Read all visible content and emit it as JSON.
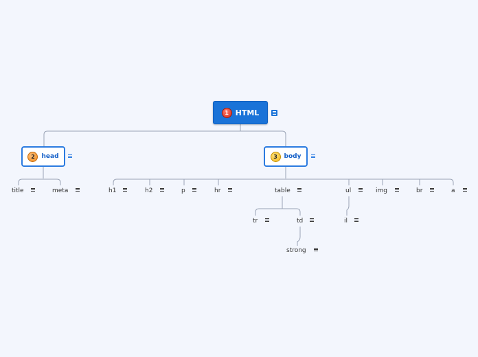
{
  "root": {
    "number": "1",
    "label": "HTML"
  },
  "branches": [
    {
      "number": "2",
      "label": "head",
      "children": [
        "title",
        "meta"
      ]
    },
    {
      "number": "3",
      "label": "body",
      "children": [
        "h1",
        "h2",
        "p",
        "hr",
        "table",
        "ul",
        "img",
        "br",
        "a"
      ]
    }
  ],
  "table_children": [
    "tr",
    "td"
  ],
  "td_children": [
    "strong"
  ],
  "ul_children": [
    "il"
  ],
  "colors": {
    "root_fill": "#1a73d8",
    "branch_border": "#2b7be0",
    "connector": "#9aa3b5",
    "background": "#f3f6fd"
  },
  "icons": {
    "note": "note-icon"
  }
}
